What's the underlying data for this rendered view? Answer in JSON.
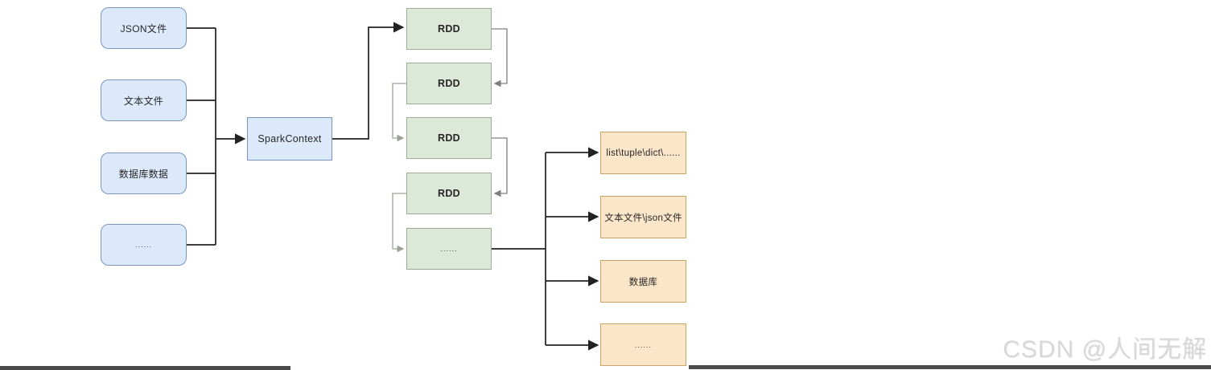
{
  "colors": {
    "blue_fill": "#dce9fb",
    "blue_border": "#7b95bd",
    "green_fill": "#dce8d8",
    "green_border": "#9cab93",
    "orange_fill": "#fbe6c9",
    "orange_border": "#cba266",
    "line_dark": "#222222",
    "line_gray": "#7f7f7f",
    "line_light": "#9aa396",
    "watermark_color": "#d8d8d8",
    "bar_color": "#4a4a4a"
  },
  "diagram": {
    "sources": [
      {
        "label": "JSON文件"
      },
      {
        "label": "文本文件"
      },
      {
        "label": "数据库数据"
      },
      {
        "label": "......"
      }
    ],
    "context": {
      "label": "SparkContext"
    },
    "rdds": [
      {
        "label": "RDD"
      },
      {
        "label": "RDD"
      },
      {
        "label": "RDD"
      },
      {
        "label": "RDD"
      },
      {
        "label": "......"
      }
    ],
    "outputs": [
      {
        "label": "list\\tuple\\dict\\......"
      },
      {
        "label": "文本文件\\json文件"
      },
      {
        "label": "数据库"
      },
      {
        "label": "......"
      }
    ]
  },
  "watermark": {
    "text": "CSDN @人间无解"
  }
}
